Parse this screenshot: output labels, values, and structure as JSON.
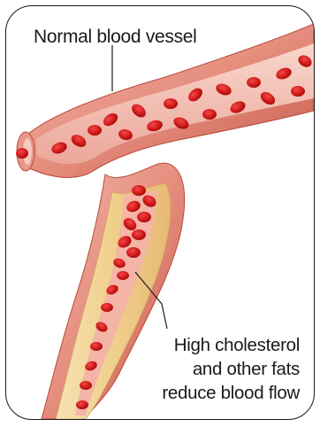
{
  "labels": {
    "normal_vessel": "Normal blood vessel",
    "narrowed_vessel": [
      "High cholesterol",
      "and other fats",
      "reduce blood flow"
    ]
  }
}
